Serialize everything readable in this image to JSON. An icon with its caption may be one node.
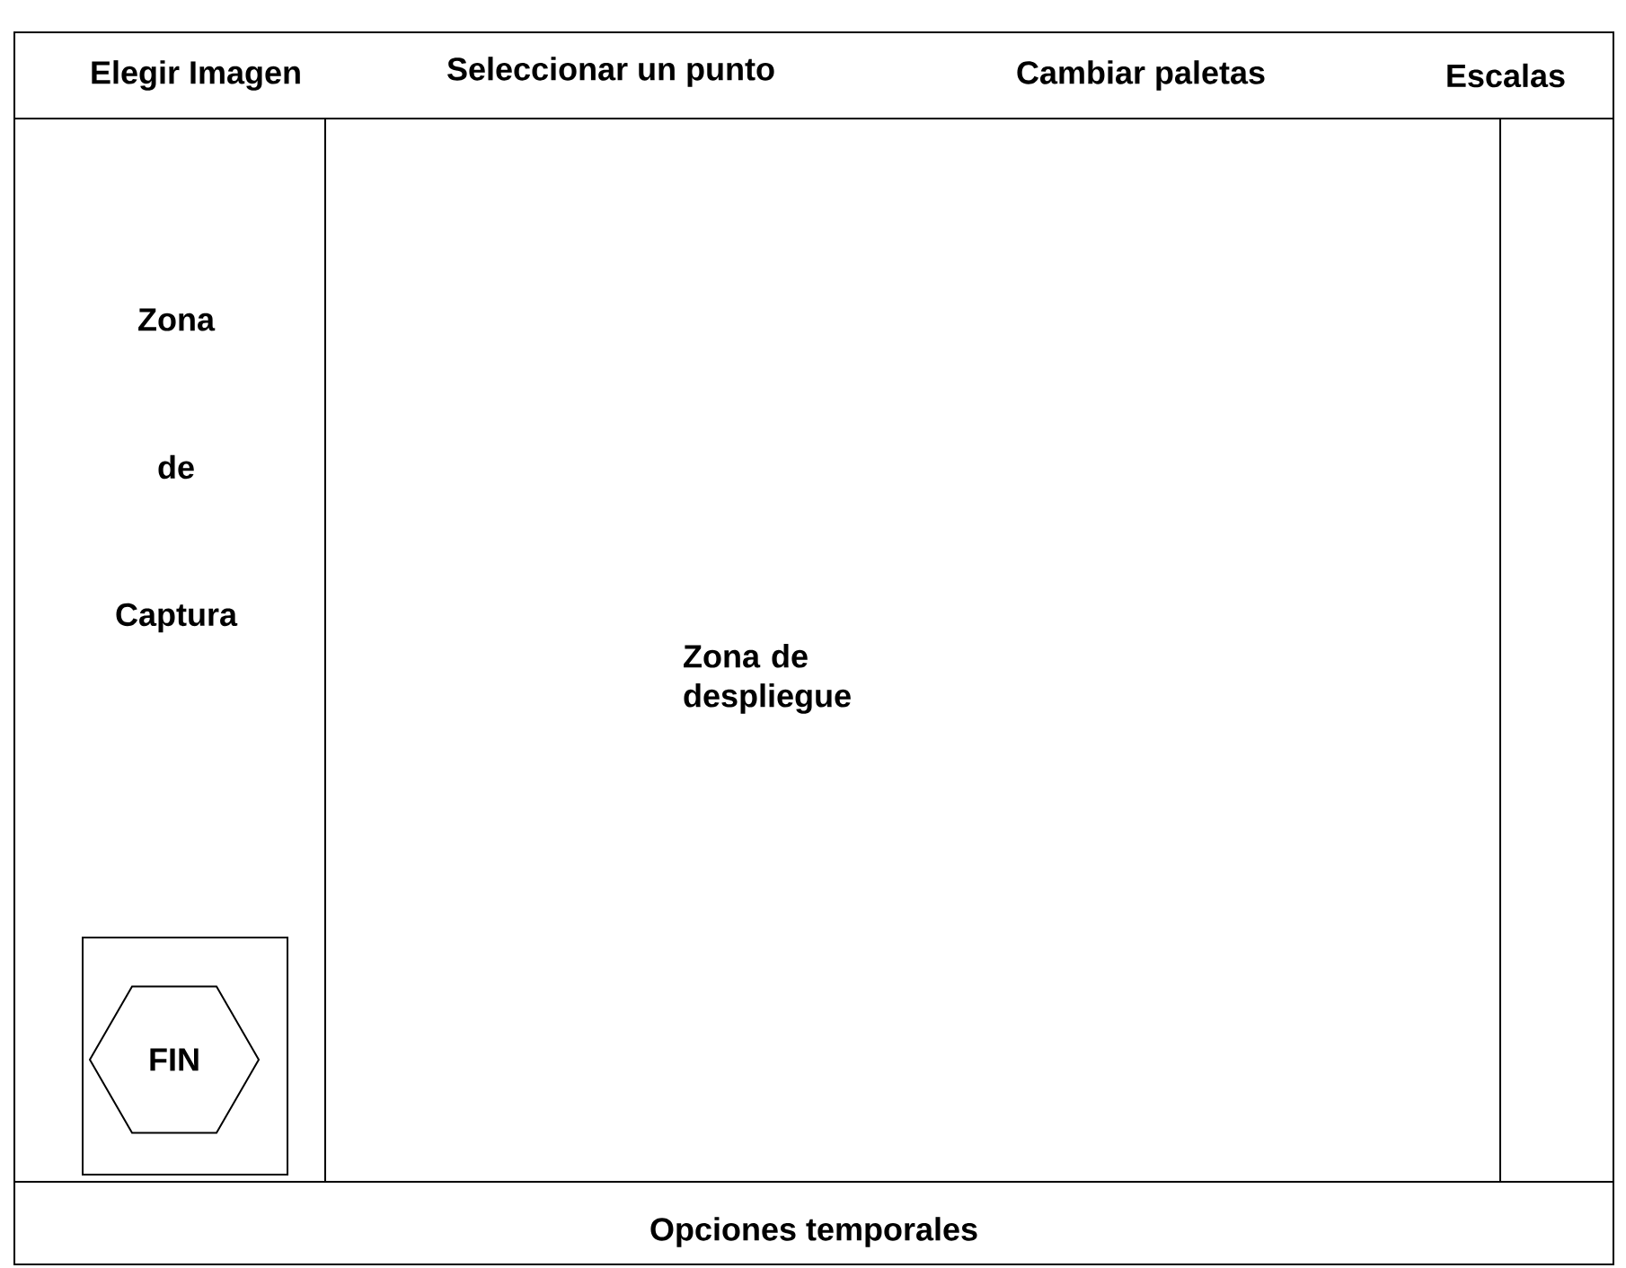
{
  "diagram": {
    "nodes": [
      {
        "text": [],
        "shape": "box"
      },
      {
        "text": [
          "Elegir Imagen",
          "Seleccionar un punto",
          "Cambiar paletas",
          "Escalas"
        ],
        "in": 0
      },
      {
        "text": [
          "Zona",
          "de",
          "Captura"
        ],
        "in": 0
      },
      {
        "text": [],
        "shape": "box",
        "in": 2
      },
      {
        "text": [
          "FIN"
        ],
        "in": 3
      },
      {
        "text": [
          "Zona de despliegue"
        ],
        "in": 0
      },
      {
        "text": [],
        "shape": "box",
        "in": 0
      },
      {
        "text": [
          "Opciones temporales"
        ],
        "in": 0
      }
    ]
  }
}
